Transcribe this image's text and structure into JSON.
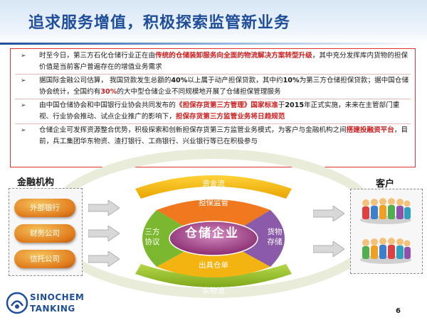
{
  "title": "追求服务增值，积极探索监管新业务",
  "bullets": [
    {
      "segments": [
        {
          "text": "时至今日，第三方石化仓储行业正在由",
          "hl": false
        },
        {
          "text": "传统的仓储装卸服务向全面的物流解决方案转型升级",
          "hl": true
        },
        {
          "text": "，其中充分发挥库内货物的担保价值是当前客户普遍存在的增值业务需求",
          "hl": false
        }
      ]
    },
    {
      "segments": [
        {
          "text": "据国际金融公司估算， 我国贷款发生总额的",
          "hl": false
        },
        {
          "text": "40%",
          "hl": "bold"
        },
        {
          "text": "以上属于动产担保贷款，其中约",
          "hl": false
        },
        {
          "text": "10%",
          "hl": "bold"
        },
        {
          "text": "为第三方仓储担保贷款；据中国仓储协会统计，全国约有",
          "hl": false
        },
        {
          "text": "30%",
          "hl": true
        },
        {
          "text": "的大中型仓储企业不同规模地开展了仓储担保管理服务",
          "hl": false
        }
      ]
    },
    {
      "segments": [
        {
          "text": "由中国仓储协会和中国银行业协会共同发布的",
          "hl": false
        },
        {
          "text": "《担保存货第三方管理》国家标准",
          "hl": true
        },
        {
          "text": "于",
          "hl": false
        },
        {
          "text": "2015",
          "hl": "bold"
        },
        {
          "text": "年正式实施，未来在主管部门重视、行业协会推动、试点企业推广的影响下，",
          "hl": false
        },
        {
          "text": "担保存货第三方监管业务将日趋规范",
          "hl": true
        }
      ]
    },
    {
      "segments": [
        {
          "text": "仓储企业可发挥资源整合优势，积极探索和创新担保存货第三方监管业务模式，为客户与金融机构之间",
          "hl": false
        },
        {
          "text": "搭建投融资平台",
          "hl": true
        },
        {
          "text": "，目前，兵工集团华东物资、渣打银行、工商银行、兴业银行等已在积极参与",
          "hl": false
        }
      ]
    }
  ],
  "marker": "➢",
  "diagram": {
    "bank_title": "金融机构",
    "banks": [
      "外部银行",
      "财务公司",
      "信托公司"
    ],
    "client_title": "客户",
    "top_flow": "资金流",
    "bottom_flow": "实物流",
    "center": "仓储企业",
    "segments": {
      "top": "担保监管",
      "left": "三方\n协议",
      "right": "货物\n存储",
      "bottom": "出具仓单"
    },
    "colors": {
      "top_flow": "#f5b800",
      "bottom_flow": "#95c11f",
      "seg_top": "#f0781e",
      "seg_left": "#7cb82f",
      "seg_right": "#8b5aa8",
      "seg_bottom": "#f3b411",
      "center": "#a74a8e"
    }
  },
  "logo": {
    "line1": "SINOCHEM",
    "line2": "TANKING"
  },
  "page_number": "6"
}
